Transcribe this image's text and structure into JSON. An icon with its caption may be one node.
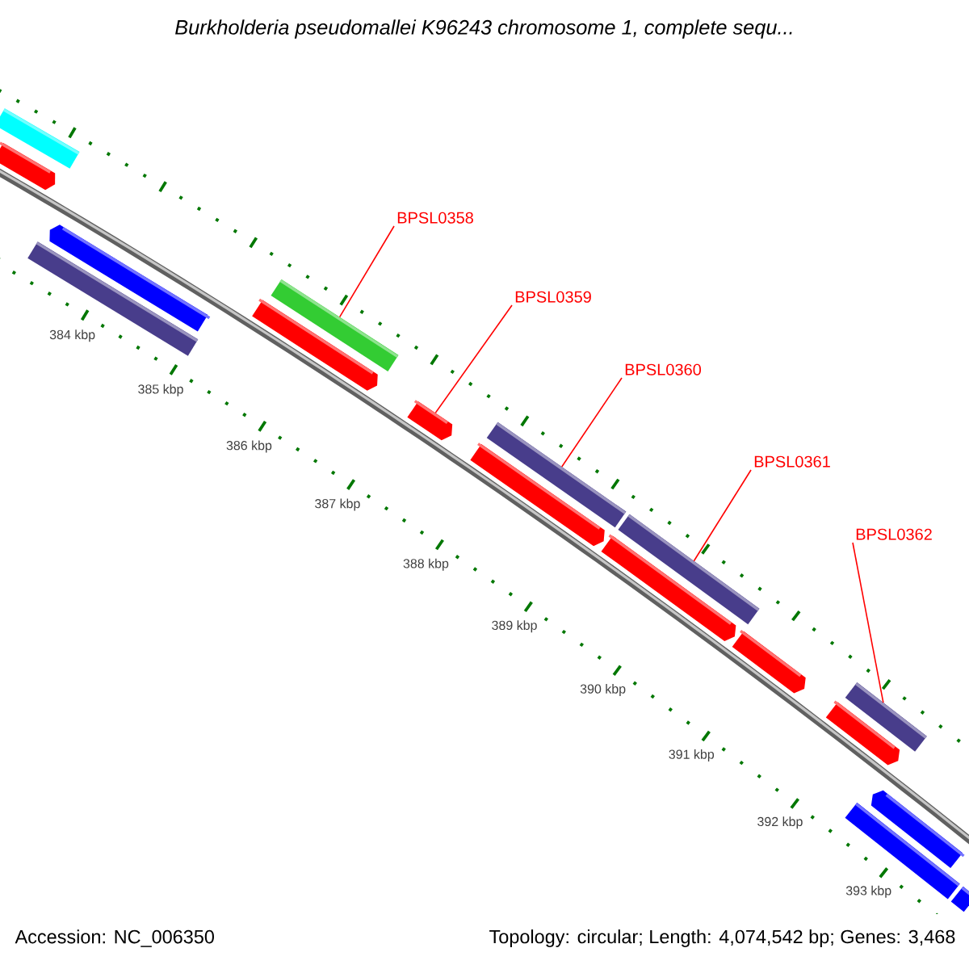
{
  "diagram": {
    "title": "Burkholderia pseudomallei K96243 chromosome 1, complete sequ...",
    "nodes": [
      {
        "text": [
          "BPSL0358"
        ]
      },
      {
        "text": [
          "BPSL0359"
        ]
      },
      {
        "text": [
          "BPSL0360"
        ]
      },
      {
        "text": [
          "BPSL0361"
        ]
      },
      {
        "text": [
          "BPSL0362"
        ]
      },
      {
        "text": [],
        "shape": "bar"
      },
      {
        "text": [],
        "shape": "bar"
      },
      {
        "text": [],
        "shape": "bar"
      },
      {
        "text": [],
        "shape": "bar"
      },
      {
        "text": [],
        "shape": "bar"
      },
      {
        "text": [],
        "shape": "bar"
      },
      {
        "text": [],
        "shape": "bar"
      },
      {
        "text": [],
        "shape": "bar"
      },
      {
        "text": [],
        "shape": "bar"
      },
      {
        "text": [],
        "shape": "bar"
      },
      {
        "text": [],
        "shape": "bar"
      },
      {
        "text": [],
        "shape": "bar"
      },
      {
        "text": [],
        "shape": "bar"
      },
      {
        "text": [],
        "shape": "bar"
      },
      {
        "text": [],
        "shape": "bar"
      },
      {
        "text": [],
        "shape": "bar"
      },
      {
        "text": [],
        "shape": "bar"
      }
    ],
    "edges": [
      {
        "from": 0,
        "to": 10,
        "arrow": "none"
      },
      {
        "from": 1,
        "to": 11,
        "arrow": "none"
      },
      {
        "from": 2,
        "to": 13,
        "arrow": "none"
      },
      {
        "from": 3,
        "to": 15,
        "arrow": "none"
      },
      {
        "from": 4,
        "to": 18,
        "arrow": "none"
      }
    ],
    "labels": [
      "384 kbp",
      "385 kbp",
      "386 kbp",
      "387 kbp",
      "388 kbp",
      "389 kbp",
      "390 kbp",
      "391 kbp",
      "392 kbp",
      "393 kbp",
      "Accession: NC_006350",
      "Topology: circular; Length: 4,074,542 bp; Genes: 3,468"
    ]
  }
}
